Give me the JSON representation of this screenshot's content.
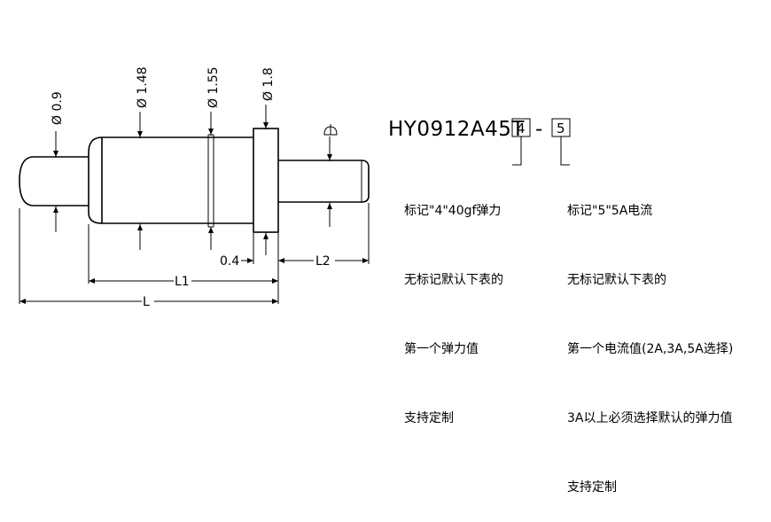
{
  "dimensions": {
    "d1": "Ø 0.9",
    "d2": "Ø 1.48",
    "d3": "Ø 1.55",
    "d4": "Ø 1.8",
    "gap": "0.4",
    "l1": "L1",
    "l2": "L2",
    "l": "L"
  },
  "part_number": {
    "prefix": "HY0912A45T",
    "box1": "4",
    "dash": "-",
    "box2": "5"
  },
  "note_left": [
    "标记\"4\"40gf弹力",
    "无标记默认下表的",
    "第一个弹力值",
    "支持定制"
  ],
  "note_right": [
    "标记\"5\"5A电流",
    "无标记默认下表的",
    "第一个电流值(2A,3A,5A选择)",
    "3A以上必须选择默认的弹力值",
    "支持定制"
  ],
  "colors": {
    "line": "#000000",
    "background": "#ffffff"
  }
}
